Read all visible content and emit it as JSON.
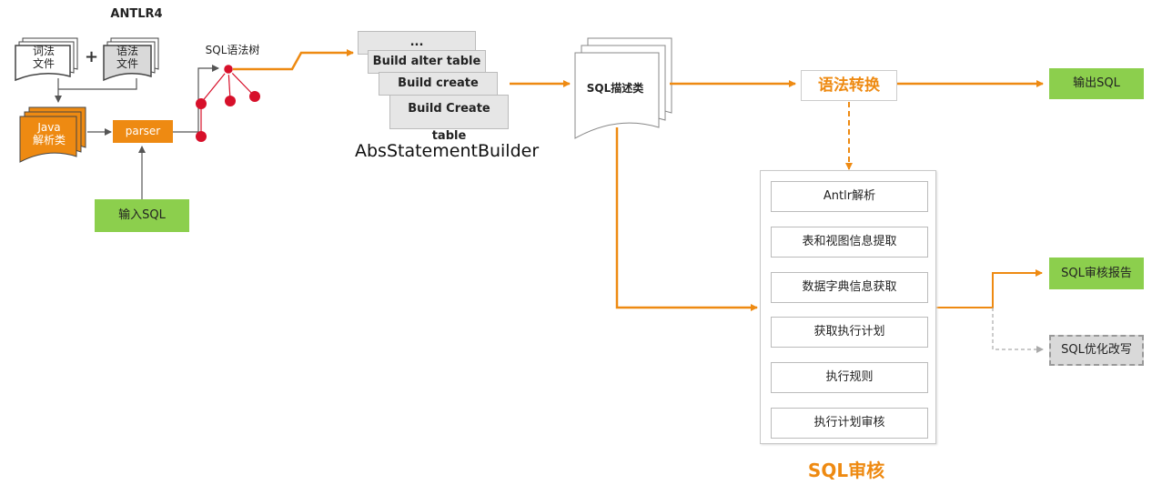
{
  "antlr": {
    "title": "ANTLR4",
    "lexer_file": [
      "词法",
      "文件"
    ],
    "grammar_file": [
      "语法",
      "文件"
    ],
    "plus": "+",
    "java_parser": [
      "Java",
      "解析类"
    ],
    "parser_label": "parser",
    "tree_label": "SQL语法树"
  },
  "input_sql": "输入SQL",
  "builder": {
    "cards": [
      "...",
      "Build alter table",
      "Build create index",
      "Build Create table"
    ],
    "label": "AbsStatementBuilder"
  },
  "sql_desc": "SQL描述类",
  "grammar_convert": "语法转换",
  "output_sql": "输出SQL",
  "audit": {
    "title": "SQL审核",
    "steps": [
      "Antlr解析",
      "表和视图信息提取",
      "数据字典信息获取",
      "获取执行计划",
      "执行规则",
      "执行计划审核"
    ]
  },
  "report": "SQL审核报告",
  "optimize": "SQL优化改写",
  "colors": {
    "orange": "#ee8a12",
    "green": "#8ccf4d",
    "red": "#d7102a",
    "gray": "#d9d9d9"
  }
}
